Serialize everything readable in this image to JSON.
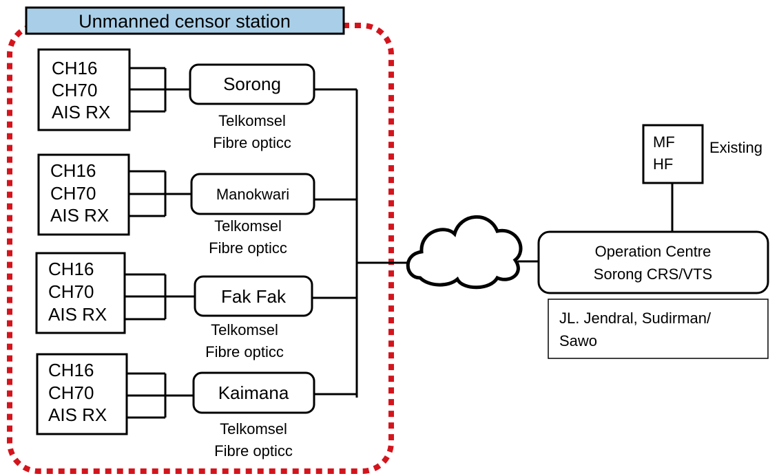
{
  "title_label": "Unmanned censor station",
  "colors": {
    "title_fill": "#a9cfe8",
    "dashed_border": "#d4141c",
    "line": "#000000"
  },
  "stations": [
    {
      "channels": [
        "CH16",
        "CH70",
        "AIS RX"
      ],
      "name": "Sorong",
      "link": [
        "Telkomsel",
        "Fibre opticc"
      ]
    },
    {
      "channels": [
        "CH16",
        "CH70",
        "AIS RX"
      ],
      "name": "Manokwari",
      "link": [
        "Telkomsel",
        "Fibre opticc"
      ]
    },
    {
      "channels": [
        "CH16",
        "CH70",
        "AIS RX"
      ],
      "name": "Fak Fak",
      "link": [
        "Telkomsel",
        "Fibre opticc"
      ]
    },
    {
      "channels": [
        "CH16",
        "CH70",
        "AIS RX"
      ],
      "name": "Kaimana",
      "link": [
        "Telkomsel",
        "Fibre opticc"
      ]
    }
  ],
  "network_icon": "cloud-icon",
  "mfhf": {
    "lines": [
      "MF",
      "HF"
    ],
    "note": "Existing"
  },
  "operation_centre": {
    "lines": [
      "Operation Centre",
      "Sorong CRS/VTS"
    ]
  },
  "address": {
    "lines": [
      "JL. Jendral, Sudirman/",
      "Sawo"
    ]
  }
}
